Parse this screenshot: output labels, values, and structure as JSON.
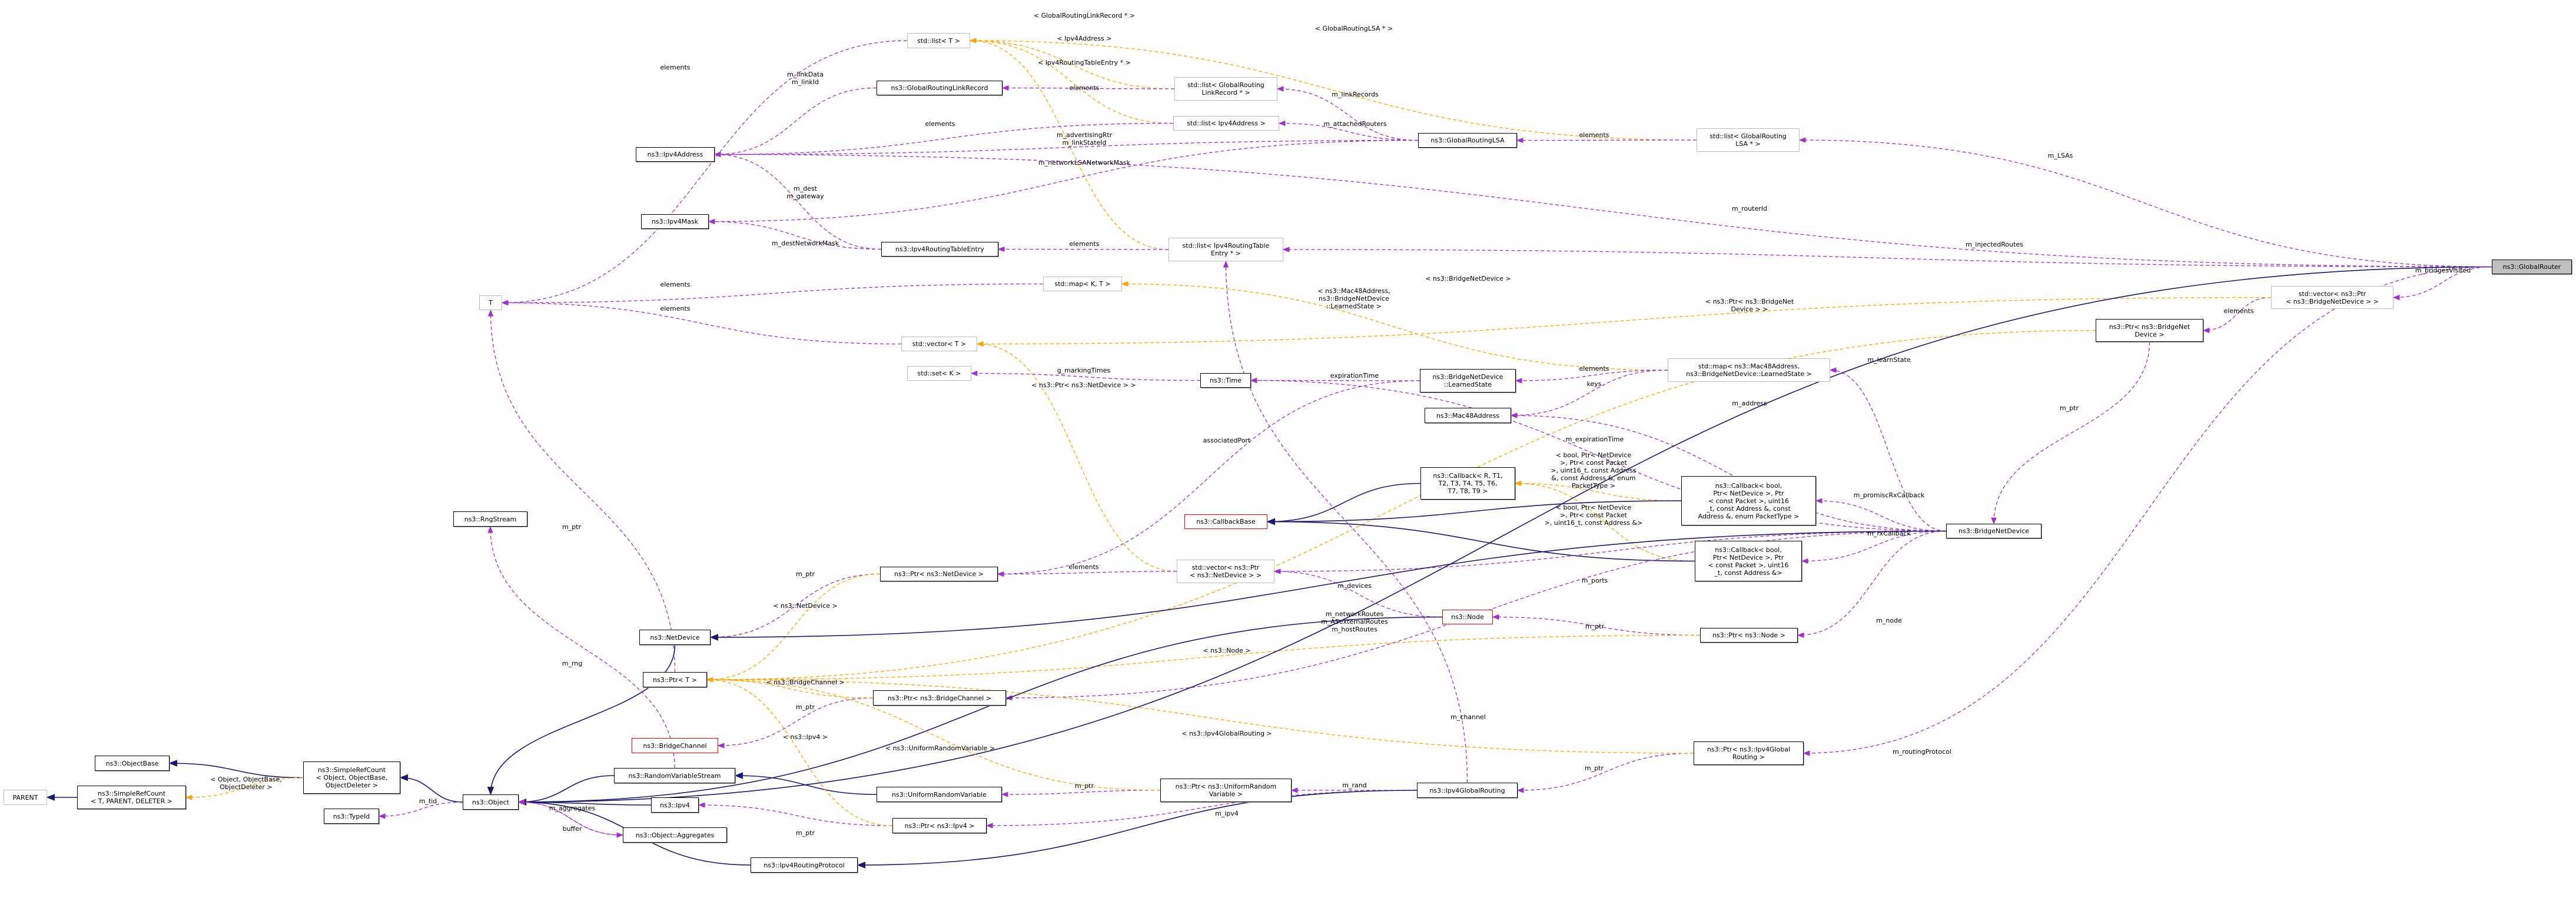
{
  "title": "ns3::GlobalRouter collaboration diagram",
  "colors": {
    "usage": "#9a32cd",
    "template": "#ffa500",
    "inheritance": "#191970",
    "incomplete_border": "#ff0000",
    "root_fill": "#bfbfbf"
  },
  "nodes": [
    {
      "id": "list_T",
      "label": "std::list< T >",
      "kind": "template"
    },
    {
      "id": "grlr",
      "label": "ns3::GlobalRoutingLinkRecord",
      "kind": "class"
    },
    {
      "id": "ipv4addr",
      "label": "ns3::Ipv4Address",
      "kind": "class"
    },
    {
      "id": "ipv4mask",
      "label": "ns3::Ipv4Mask",
      "kind": "class"
    },
    {
      "id": "rte",
      "label": "ns3::Ipv4RoutingTableEntry",
      "kind": "class"
    },
    {
      "id": "list_grlr",
      "label": "std::list< GlobalRouting\nLinkRecord * >",
      "kind": "template"
    },
    {
      "id": "list_ipv4addr",
      "label": "std::list< Ipv4Address >",
      "kind": "template"
    },
    {
      "id": "list_rte",
      "label": "std::list< Ipv4RoutingTable\nEntry * >",
      "kind": "template"
    },
    {
      "id": "map_KT",
      "label": "std::map< K, T >",
      "kind": "template"
    },
    {
      "id": "grlsa",
      "label": "ns3::GlobalRoutingLSA",
      "kind": "class"
    },
    {
      "id": "list_lsa",
      "label": "std::list< GlobalRouting\nLSA * >",
      "kind": "template"
    },
    {
      "id": "T",
      "label": "T",
      "kind": "template"
    },
    {
      "id": "globalrouter",
      "label": "ns3::GlobalRouter",
      "kind": "root"
    },
    {
      "id": "vec_ptr_bnd",
      "label": "std::vector< ns3::Ptr\n< ns3::BridgeNetDevice > >",
      "kind": "template"
    },
    {
      "id": "ptr_bnd",
      "label": "ns3::Ptr< ns3::BridgeNet\nDevice >",
      "kind": "class"
    },
    {
      "id": "vec_T",
      "label": "std::vector< T >",
      "kind": "template"
    },
    {
      "id": "set_K",
      "label": "std::set< K >",
      "kind": "template"
    },
    {
      "id": "time",
      "label": "ns3::Time",
      "kind": "class"
    },
    {
      "id": "learnedstate",
      "label": "ns3::BridgeNetDevice\n::LearnedState",
      "kind": "class"
    },
    {
      "id": "mac48",
      "label": "ns3::Mac48Address",
      "kind": "class"
    },
    {
      "id": "map_mac",
      "label": "std::map< ns3::Mac48Address,\n ns3::BridgeNetDevice::LearnedState >",
      "kind": "template"
    },
    {
      "id": "cb_R",
      "label": "ns3::Callback< R, T1,\n T2, T3, T4, T5, T6,\n T7, T8, T9 >",
      "kind": "class"
    },
    {
      "id": "cbbase",
      "label": "ns3::CallbackBase",
      "kind": "incomplete"
    },
    {
      "id": "cb_promisc",
      "label": "ns3::Callback< bool,\n Ptr< NetDevice >, Ptr\n< const Packet >, uint16\n_t, const Address &, const\n Address &, enum PacketType >",
      "kind": "class"
    },
    {
      "id": "cb_rx",
      "label": "ns3::Callback< bool,\n Ptr< NetDevice >, Ptr\n< const Packet >, uint16\n_t, const Address &>",
      "kind": "class"
    },
    {
      "id": "bnd",
      "label": "ns3::BridgeNetDevice",
      "kind": "class"
    },
    {
      "id": "node",
      "label": "ns3::Node",
      "kind": "incomplete"
    },
    {
      "id": "ptr_node",
      "label": "ns3::Ptr< ns3::Node >",
      "kind": "class"
    },
    {
      "id": "vec_ptr_nd",
      "label": "std::vector< ns3::Ptr\n< ns3::NetDevice > >",
      "kind": "template"
    },
    {
      "id": "ptr_nd",
      "label": "ns3::Ptr< ns3::NetDevice >",
      "kind": "class"
    },
    {
      "id": "netdevice",
      "label": "ns3::NetDevice",
      "kind": "class"
    },
    {
      "id": "ptr_T",
      "label": "ns3::Ptr< T >",
      "kind": "class"
    },
    {
      "id": "ptr_bc",
      "label": "ns3::Ptr< ns3::BridgeChannel >",
      "kind": "class"
    },
    {
      "id": "bc",
      "label": "ns3::BridgeChannel",
      "kind": "incomplete"
    },
    {
      "id": "rvs",
      "label": "ns3::RandomVariableStream",
      "kind": "class"
    },
    {
      "id": "urv",
      "label": "ns3::UniformRandomVariable",
      "kind": "class"
    },
    {
      "id": "ptr_urv",
      "label": "ns3::Ptr< ns3::UniformRandom\nVariable >",
      "kind": "class"
    },
    {
      "id": "ipv4",
      "label": "ns3::Ipv4",
      "kind": "class"
    },
    {
      "id": "aggregates",
      "label": "ns3::Object::Aggregates",
      "kind": "class"
    },
    {
      "id": "ptr_ipv4",
      "label": "ns3::Ptr< ns3::Ipv4 >",
      "kind": "class"
    },
    {
      "id": "ipv4rp",
      "label": "ns3::Ipv4RoutingProtocol",
      "kind": "class"
    },
    {
      "id": "ptr_ipv4gr",
      "label": "ns3::Ptr< ns3::Ipv4Global\nRouting >",
      "kind": "class"
    },
    {
      "id": "ipv4gr",
      "label": "ns3::Ipv4GlobalRouting",
      "kind": "class"
    },
    {
      "id": "parent",
      "label": "PARENT",
      "kind": "template"
    },
    {
      "id": "src_tpd",
      "label": "ns3::SimpleRefCount\n< T, PARENT, DELETER >",
      "kind": "class"
    },
    {
      "id": "objectbase",
      "label": "ns3::ObjectBase",
      "kind": "class"
    },
    {
      "id": "src_obj",
      "label": "ns3::SimpleRefCount\n< Object, ObjectBase,\n ObjectDeleter >",
      "kind": "class"
    },
    {
      "id": "typeid",
      "label": "ns3::TypeId",
      "kind": "class"
    },
    {
      "id": "object",
      "label": "ns3::Object",
      "kind": "class"
    },
    {
      "id": "rng",
      "label": "ns3::RngStream",
      "kind": "class"
    }
  ],
  "edges": [
    {
      "from": "list_T",
      "to": "T",
      "kind": "usage",
      "label": "elements"
    },
    {
      "from": "grlr",
      "to": "ipv4addr",
      "kind": "usage",
      "label": "m_linkData\nm_linkId"
    },
    {
      "from": "list_grlr",
      "to": "list_T",
      "kind": "template",
      "label": "< GlobalRoutingLinkRecord * >"
    },
    {
      "from": "list_ipv4addr",
      "to": "list_T",
      "kind": "template",
      "label": "< Ipv4Address >"
    },
    {
      "from": "list_rte",
      "to": "list_T",
      "kind": "template",
      "label": "< Ipv4RoutingTableEntry * >"
    },
    {
      "from": "list_lsa",
      "to": "list_T",
      "kind": "template",
      "label": "< GlobalRoutingLSA * >"
    },
    {
      "from": "list_grlr",
      "to": "grlr",
      "kind": "usage",
      "label": "elements"
    },
    {
      "from": "list_ipv4addr",
      "to": "ipv4addr",
      "kind": "usage",
      "label": "elements"
    },
    {
      "from": "grlsa",
      "to": "ipv4addr",
      "kind": "usage",
      "label": "m_advertisingRtr\nm_linkStateId"
    },
    {
      "from": "grlsa",
      "to": "ipv4mask",
      "kind": "usage",
      "label": "m_networkLSANetworkMask"
    },
    {
      "from": "rte",
      "to": "ipv4addr",
      "kind": "usage",
      "label": "m_dest\nm_gateway"
    },
    {
      "from": "rte",
      "to": "ipv4mask",
      "kind": "usage",
      "label": "m_destNetworkMask"
    },
    {
      "from": "list_rte",
      "to": "rte",
      "kind": "usage",
      "label": "elements"
    },
    {
      "from": "grlsa",
      "to": "list_grlr",
      "kind": "usage",
      "label": "m_linkRecords"
    },
    {
      "from": "grlsa",
      "to": "list_ipv4addr",
      "kind": "usage",
      "label": "m_attachedRouters"
    },
    {
      "from": "list_lsa",
      "to": "grlsa",
      "kind": "usage",
      "label": "elements"
    },
    {
      "from": "globalrouter",
      "to": "list_lsa",
      "kind": "usage",
      "label": "m_LSAs"
    },
    {
      "from": "globalrouter",
      "to": "ipv4addr",
      "kind": "usage",
      "label": "m_routerId"
    },
    {
      "from": "globalrouter",
      "to": "list_rte",
      "kind": "usage",
      "label": "m_injectedRoutes"
    },
    {
      "from": "globalrouter",
      "to": "vec_ptr_bnd",
      "kind": "usage",
      "label": "m_bridgesVisited"
    },
    {
      "from": "vec_ptr_bnd",
      "to": "ptr_bnd",
      "kind": "usage",
      "label": "elements"
    },
    {
      "from": "vec_ptr_bnd",
      "to": "vec_T",
      "kind": "template",
      "label": "< ns3::Ptr< ns3::BridgeNet\nDevice > >"
    },
    {
      "from": "ptr_bnd",
      "to": "ptr_T",
      "kind": "template",
      "label": "< ns3::BridgeNetDevice >"
    },
    {
      "from": "ptr_bnd",
      "to": "bnd",
      "kind": "usage",
      "label": "m_ptr"
    },
    {
      "from": "map_KT",
      "to": "T",
      "kind": "usage",
      "label": "elements"
    },
    {
      "from": "vec_T",
      "to": "T",
      "kind": "usage",
      "label": "elements"
    },
    {
      "from": "map_mac",
      "to": "map_KT",
      "kind": "template",
      "label": "< ns3::Mac48Address,\nns3::BridgeNetDevice\n::LearnedState >"
    },
    {
      "from": "map_mac",
      "to": "learnedstate",
      "kind": "usage",
      "label": "elements"
    },
    {
      "from": "map_mac",
      "to": "mac48",
      "kind": "usage",
      "label": "keys"
    },
    {
      "from": "learnedstate",
      "to": "time",
      "kind": "usage",
      "label": "expirationTime"
    },
    {
      "from": "learnedstate",
      "to": "ptr_nd",
      "kind": "usage",
      "label": "associatedPort"
    },
    {
      "from": "time",
      "to": "set_K",
      "kind": "usage",
      "label": "g_markingTimes"
    },
    {
      "from": "vec_ptr_nd",
      "to": "vec_T",
      "kind": "template",
      "label": "< ns3::Ptr< ns3::NetDevice > >"
    },
    {
      "from": "vec_ptr_nd",
      "to": "ptr_nd",
      "kind": "usage",
      "label": "elements"
    },
    {
      "from": "bnd",
      "to": "map_mac",
      "kind": "usage",
      "label": "m_learnState"
    },
    {
      "from": "bnd",
      "to": "mac48",
      "kind": "usage",
      "label": "m_address"
    },
    {
      "from": "bnd",
      "to": "time",
      "kind": "usage",
      "label": "m_expirationTime"
    },
    {
      "from": "bnd",
      "to": "cb_promisc",
      "kind": "usage",
      "label": "m_promiscRxCallback"
    },
    {
      "from": "bnd",
      "to": "cb_rx",
      "kind": "usage",
      "label": "m_rxCallback"
    },
    {
      "from": "cb_promisc",
      "to": "cb_R",
      "kind": "template",
      "label": "< bool, Ptr< NetDevice\n>, Ptr< const Packet\n>, uint16_t, const Address\n&, const Address &, enum\nPacketType >"
    },
    {
      "from": "cb_rx",
      "to": "cb_R",
      "kind": "template",
      "label": "< bool, Ptr< NetDevice\n>, Ptr< const Packet\n>, uint16_t, const Address &>"
    },
    {
      "from": "cb_R",
      "to": "cbbase",
      "kind": "inheritance",
      "label": ""
    },
    {
      "from": "cb_promisc",
      "to": "cbbase",
      "kind": "inheritance",
      "label": ""
    },
    {
      "from": "cb_rx",
      "to": "cbbase",
      "kind": "inheritance",
      "label": ""
    },
    {
      "from": "bnd",
      "to": "vec_ptr_nd",
      "kind": "usage",
      "label": "m_ports"
    },
    {
      "from": "node",
      "to": "vec_ptr_nd",
      "kind": "usage",
      "label": "m_devices"
    },
    {
      "from": "bnd",
      "to": "ptr_node",
      "kind": "usage",
      "label": "m_node"
    },
    {
      "from": "ptr_node",
      "to": "node",
      "kind": "usage",
      "label": "m_ptr"
    },
    {
      "from": "ptr_node",
      "to": "ptr_T",
      "kind": "template",
      "label": "< ns3::Node >"
    },
    {
      "from": "bnd",
      "to": "ptr_bc",
      "kind": "usage",
      "label": "m_channel"
    },
    {
      "from": "ptr_bc",
      "to": "bc",
      "kind": "usage",
      "label": "m_ptr"
    },
    {
      "from": "ptr_bc",
      "to": "ptr_T",
      "kind": "template",
      "label": "< ns3::BridgeChannel >"
    },
    {
      "from": "ptr_nd",
      "to": "netdevice",
      "kind": "usage",
      "label": "m_ptr"
    },
    {
      "from": "ptr_nd",
      "to": "ptr_T",
      "kind": "template",
      "label": "< ns3::NetDevice >"
    },
    {
      "from": "ptr_T",
      "to": "T",
      "kind": "usage",
      "label": "m_ptr"
    },
    {
      "from": "bnd",
      "to": "netdevice",
      "kind": "inheritance",
      "label": ""
    },
    {
      "from": "netdevice",
      "to": "object",
      "kind": "inheritance",
      "label": ""
    },
    {
      "from": "node",
      "to": "object",
      "kind": "inheritance",
      "label": ""
    },
    {
      "from": "globalrouter",
      "to": "object",
      "kind": "inheritance",
      "label": ""
    },
    {
      "from": "rvs",
      "to": "object",
      "kind": "inheritance",
      "label": ""
    },
    {
      "from": "rvs",
      "to": "rng",
      "kind": "usage",
      "label": "m_rng"
    },
    {
      "from": "urv",
      "to": "rvs",
      "kind": "inheritance",
      "label": ""
    },
    {
      "from": "ptr_urv",
      "to": "urv",
      "kind": "usage",
      "label": "m_ptr"
    },
    {
      "from": "ptr_urv",
      "to": "ptr_T",
      "kind": "template",
      "label": "< ns3::UniformRandomVariable >"
    },
    {
      "from": "ipv4gr",
      "to": "ptr_urv",
      "kind": "usage",
      "label": "m_rand"
    },
    {
      "from": "ipv4gr",
      "to": "list_rte",
      "kind": "usage",
      "label": "m_networkRoutes\nm_ASexternalRoutes\nm_hostRoutes"
    },
    {
      "from": "ipv4gr",
      "to": "ptr_ipv4",
      "kind": "usage",
      "label": "m_ipv4"
    },
    {
      "from": "ipv4gr",
      "to": "ipv4rp",
      "kind": "inheritance",
      "label": ""
    },
    {
      "from": "ptr_ipv4gr",
      "to": "ipv4gr",
      "kind": "usage",
      "label": "m_ptr"
    },
    {
      "from": "ptr_ipv4gr",
      "to": "ptr_T",
      "kind": "template",
      "label": "< ns3::Ipv4GlobalRouting >"
    },
    {
      "from": "globalrouter",
      "to": "ptr_ipv4gr",
      "kind": "usage",
      "label": "m_routingProtocol"
    },
    {
      "from": "ptr_ipv4",
      "to": "ipv4",
      "kind": "usage",
      "label": "m_ptr"
    },
    {
      "from": "ptr_ipv4",
      "to": "ptr_T",
      "kind": "template",
      "label": "< ns3::Ipv4 >"
    },
    {
      "from": "ipv4",
      "to": "object",
      "kind": "inheritance",
      "label": ""
    },
    {
      "from": "ipv4rp",
      "to": "object",
      "kind": "inheritance",
      "label": ""
    },
    {
      "from": "object",
      "to": "aggregates",
      "kind": "usage",
      "label": "m_aggregates"
    },
    {
      "from": "aggregates",
      "to": "object",
      "kind": "usage",
      "label": "buffer"
    },
    {
      "from": "object",
      "to": "typeid",
      "kind": "usage",
      "label": "m_tid"
    },
    {
      "from": "object",
      "to": "src_obj",
      "kind": "inheritance",
      "label": ""
    },
    {
      "from": "src_obj",
      "to": "objectbase",
      "kind": "inheritance",
      "label": ""
    },
    {
      "from": "src_obj",
      "to": "src_tpd",
      "kind": "template",
      "label": "< Object, ObjectBase,\nObjectDeleter >"
    },
    {
      "from": "src_tpd",
      "to": "parent",
      "kind": "inheritance",
      "label": ""
    }
  ]
}
